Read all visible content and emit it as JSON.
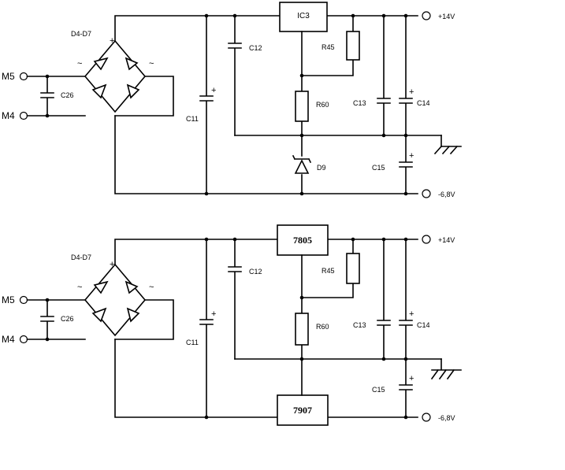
{
  "top": {
    "d_range": "D4-D7",
    "m5": "M5",
    "m4": "M4",
    "c26": "C26",
    "c11": "C11",
    "c12": "C12",
    "ic": "IC3",
    "r45": "R45",
    "r60": "R60",
    "c13": "C13",
    "c14": "C14",
    "c15": "C15",
    "d9": "D9",
    "v_pos": "+14V",
    "v_neg": "-6,8V"
  },
  "bottom": {
    "d_range": "D4-D7",
    "m5": "M5",
    "m4": "M4",
    "c26": "C26",
    "c11": "C11",
    "c12": "C12",
    "ic_pos": "7805",
    "ic_neg": "7907",
    "r45": "R45",
    "r60": "R60",
    "c13": "C13",
    "c14": "C14",
    "c15": "C15",
    "v_pos": "+14V",
    "v_neg": "-6,8V"
  },
  "symbols": {
    "plus": "+",
    "tilde": "~"
  }
}
